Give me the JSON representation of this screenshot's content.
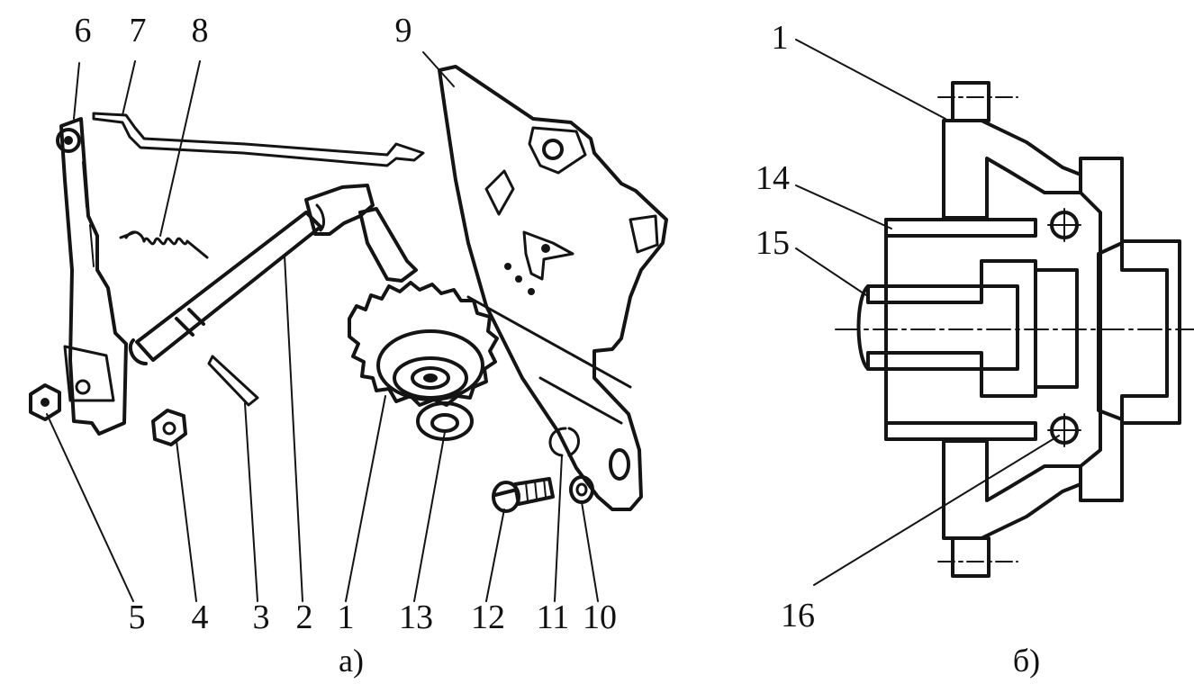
{
  "figure_a": {
    "caption": "а)",
    "labels_top": [
      "6",
      "7",
      "8",
      "9"
    ],
    "labels_bottom": [
      "5",
      "4",
      "3",
      "2",
      "1",
      "13",
      "12",
      "11",
      "10"
    ]
  },
  "figure_b": {
    "caption": "б)",
    "labels": [
      "1",
      "14",
      "15",
      "16"
    ]
  },
  "colors": {
    "ink": "#141414",
    "background": "#ffffff"
  }
}
